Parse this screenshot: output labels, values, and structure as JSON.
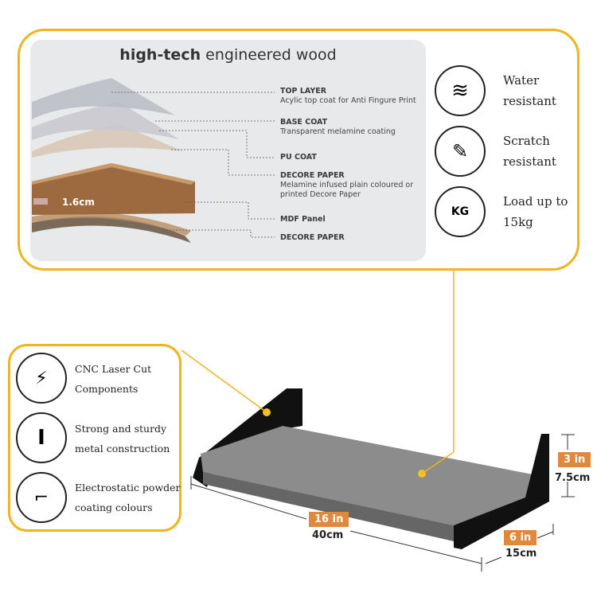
{
  "materials": {
    "title_bold": "high-tech",
    "title_rest": " engineered wood",
    "thickness": "1.6cm",
    "layers": [
      {
        "name": "TOP LAYER",
        "desc": "Acylic top coat for Anti Fingure Print"
      },
      {
        "name": "BASE COAT",
        "desc": "Transparent melamine coating"
      },
      {
        "name": "PU COAT",
        "desc": ""
      },
      {
        "name": "DECORE PAPER",
        "desc": "Melamine infused plain coloured or printed Decore Paper"
      },
      {
        "name": "MDF Panel",
        "desc": ""
      },
      {
        "name": "DECORE PAPER",
        "desc": ""
      }
    ]
  },
  "features_right": [
    {
      "icon": "water-icon",
      "line1": "Water",
      "line2": "resistant"
    },
    {
      "icon": "scratch-icon",
      "line1": "Scratch",
      "line2": "resistant"
    },
    {
      "icon": "weight-icon",
      "line1": "Load up to",
      "line2": "15kg",
      "icon_text": "KG"
    }
  ],
  "features_left": [
    {
      "icon": "laser-icon",
      "line1": "CNC Laser Cut",
      "line2": "Components"
    },
    {
      "icon": "steel-beam-icon",
      "line1": "Strong and sturdy",
      "line2": "metal construction"
    },
    {
      "icon": "spray-gun-icon",
      "line1": "Electrostatic powder",
      "line2": "coating colours"
    }
  ],
  "dimensions": {
    "length": {
      "in": "16 in",
      "cm": "40cm"
    },
    "height": {
      "in": "3 in",
      "cm": "7.5cm"
    },
    "depth": {
      "in": "6 in",
      "cm": "15cm"
    }
  },
  "colors": {
    "accent": "#f2b31b",
    "tag": "#e0893c"
  }
}
